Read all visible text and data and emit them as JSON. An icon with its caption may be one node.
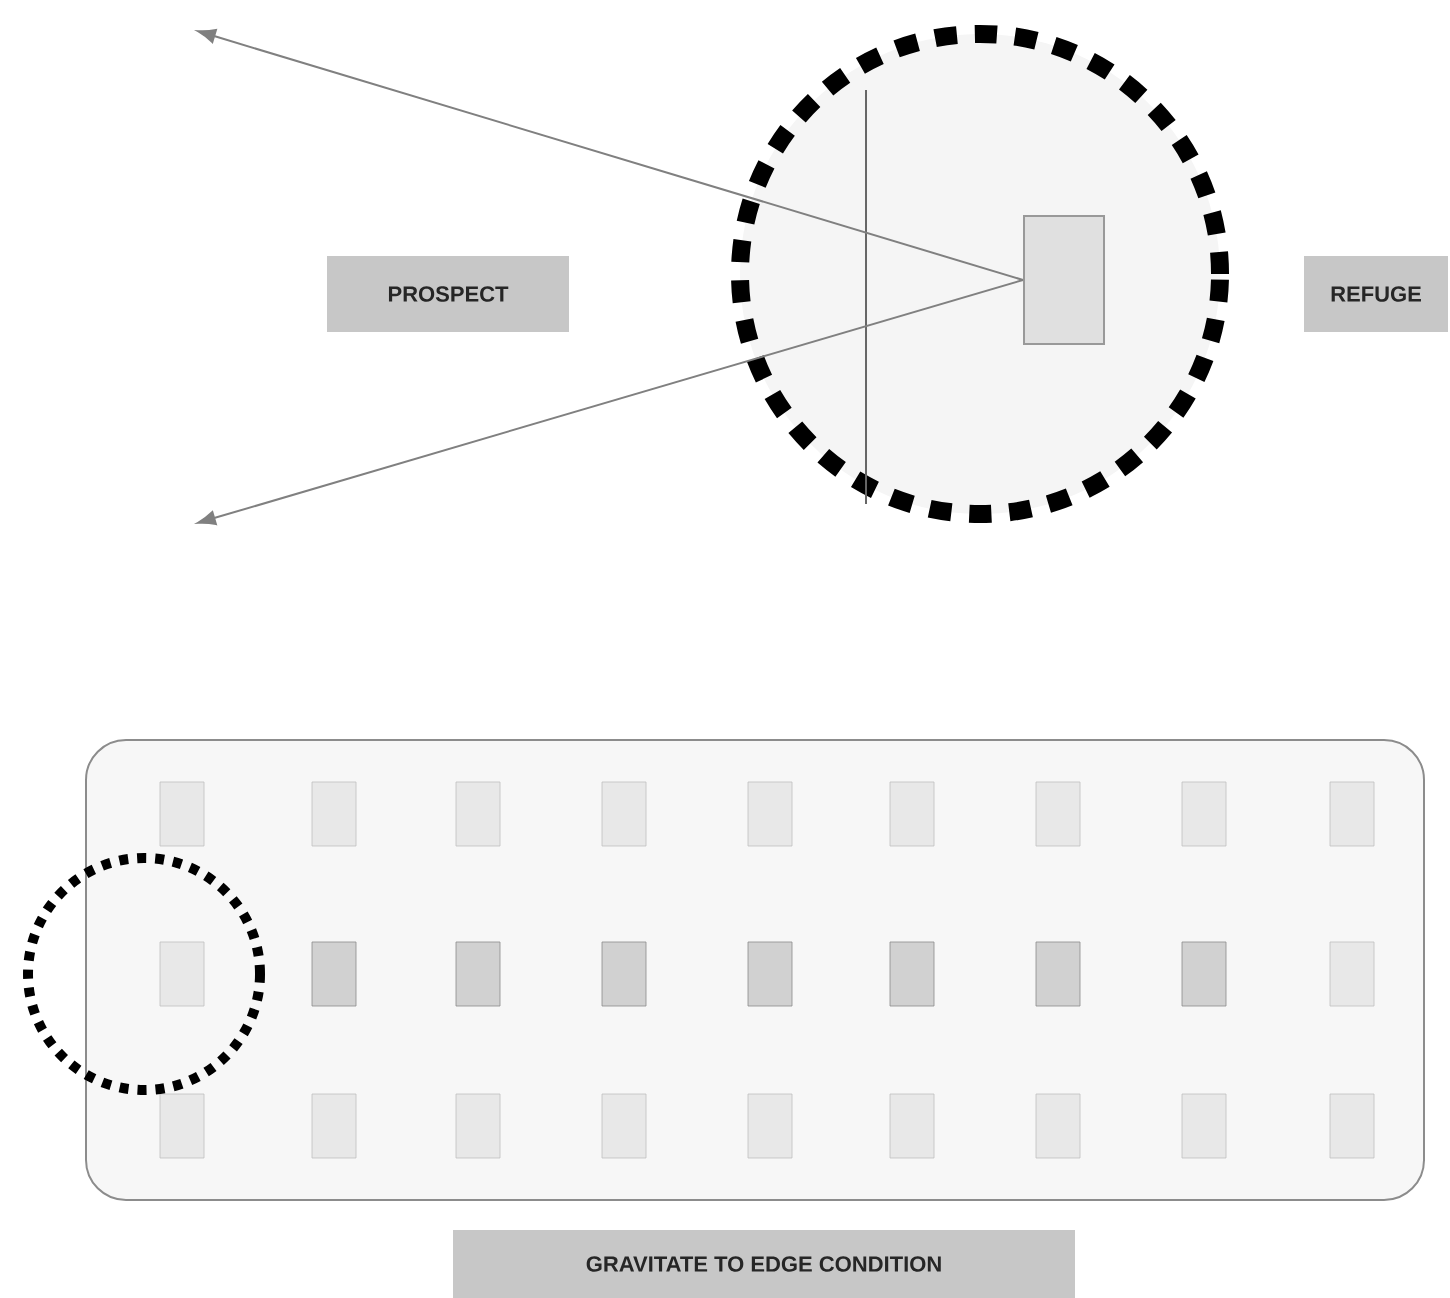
{
  "diagram": {
    "nodes": [
      {
        "text": [],
        "shape": "circle"
      },
      {
        "text": [],
        "shape": "box",
        "in": 0
      },
      {
        "text": [
          "PROSPECT"
        ]
      },
      {
        "text": [
          "REFUGE"
        ]
      },
      {
        "text": [
          "GRAVITATE TO EDGE CONDITION"
        ]
      }
    ],
    "edges": [
      {
        "from": 1,
        "to": null,
        "arrow": "to"
      },
      {
        "from": 1,
        "to": null,
        "arrow": "to"
      }
    ]
  }
}
